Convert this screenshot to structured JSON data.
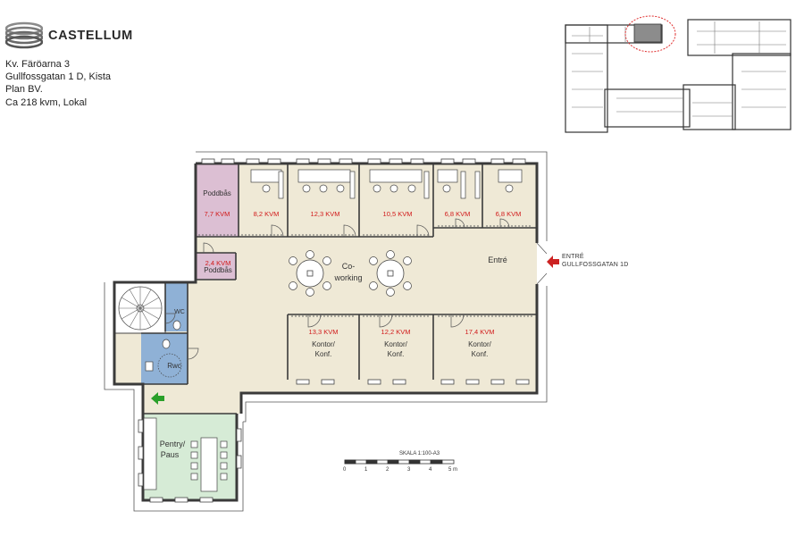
{
  "brand": {
    "name": "CASTELLUM"
  },
  "property": {
    "line1": "Kv. Färöarna 3",
    "line2": "Gullfossgatan 1 D, Kista",
    "line3": "Plan BV.",
    "line4": "Ca 218 kvm, Lokal"
  },
  "rooms": {
    "poddbas_top": "Poddbås",
    "area_poddbas_top": "7,7 KVM",
    "area_r1": "8,2 KVM",
    "area_r2": "12,3 KVM",
    "area_r3": "10,5 KVM",
    "area_r4": "6,8 KVM",
    "area_r5": "6,8 KVM",
    "area_poddbas_small": "2,4 KVM",
    "poddbas_small": "Poddbås",
    "coworking_1": "Co-",
    "coworking_2": "working",
    "entre_inside": "Entré",
    "wc": "WC",
    "rwc": "Rwc",
    "area_k1": "13,3 KVM",
    "area_k2": "12,2 KVM",
    "area_k3": "17,4 KVM",
    "kontor": "Kontor/",
    "konf": "Konf.",
    "pentry_1": "Pentry/",
    "pentry_2": "Paus"
  },
  "entrance": {
    "line1": "ENTRÉ",
    "line2": "GULLFOSSGATAN 1D"
  },
  "scale": {
    "label": "SKALA 1:100-A3",
    "ticks": [
      "0",
      "1",
      "2",
      "3",
      "4",
      "5 m"
    ]
  },
  "colors": {
    "floor": "#efe9d6",
    "podd": "#dcbfd3",
    "wc": "#8fb1d6",
    "pentry": "#d6ebd6",
    "area_text": "#d11a1a",
    "entrance_arrow": "#cc2222",
    "exit_arrow": "#2aa02a"
  }
}
